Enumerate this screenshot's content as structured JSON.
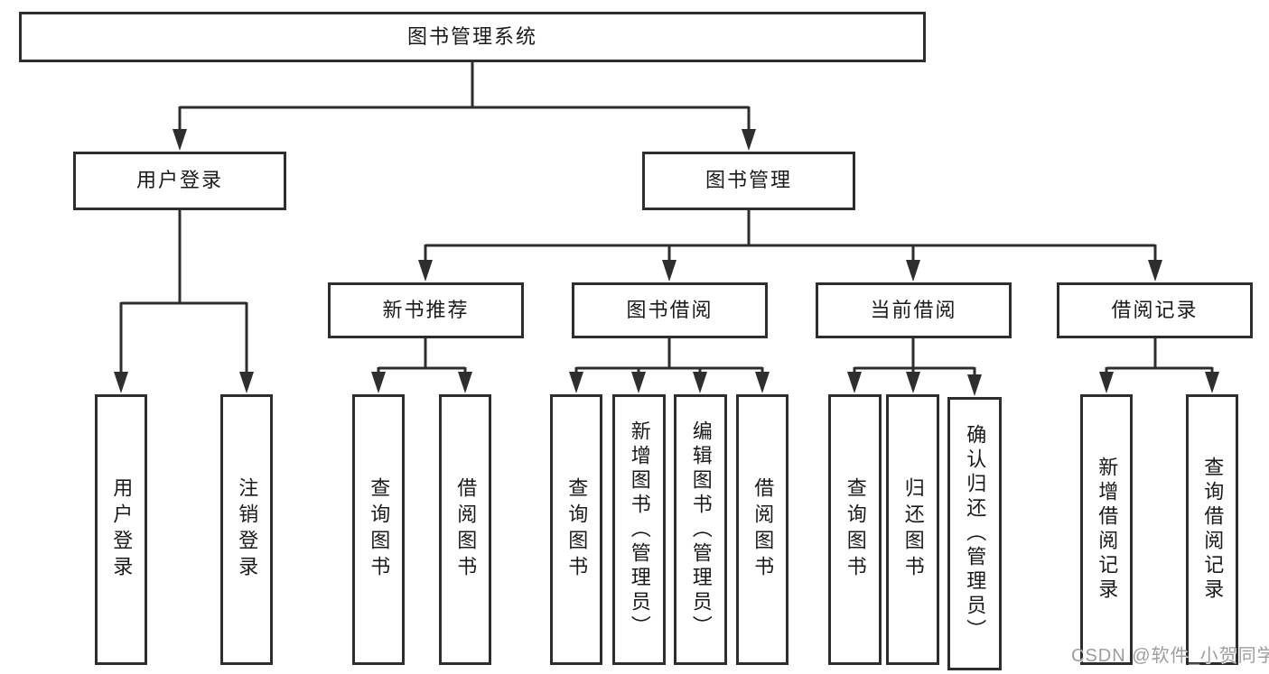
{
  "nodes": {
    "root": {
      "label": "图书管理系统"
    },
    "user_login": {
      "label": "用户登录"
    },
    "book_mgmt": {
      "label": "图书管理"
    },
    "new_book_rec": {
      "label": "新书推荐"
    },
    "book_borrow": {
      "label": "图书借阅"
    },
    "current_borrow": {
      "label": "当前借阅"
    },
    "borrow_records": {
      "label": "借阅记录"
    },
    "leaf_user_login": {
      "label": "用户登录"
    },
    "leaf_logout": {
      "label": "注销登录"
    },
    "leaf_nbr_query": {
      "label": "查询图书"
    },
    "leaf_nbr_borrow": {
      "label": "借阅图书"
    },
    "leaf_bb_query": {
      "label": "查询图书"
    },
    "leaf_bb_add": {
      "label": "新增图书（管理员）"
    },
    "leaf_bb_edit": {
      "label": "编辑图书（管理员）"
    },
    "leaf_bb_borrow": {
      "label": "借阅图书"
    },
    "leaf_cb_query": {
      "label": "查询图书"
    },
    "leaf_cb_return": {
      "label": "归还图书"
    },
    "leaf_cb_confirm": {
      "label": "确认归还（管理员）"
    },
    "leaf_br_add": {
      "label": "新增借阅记录"
    },
    "leaf_br_query": {
      "label": "查询借阅记录"
    }
  },
  "hierarchy": {
    "图书管理系统": [
      "用户登录",
      "图书管理"
    ],
    "用户登录": [
      "用户登录",
      "注销登录"
    ],
    "图书管理": [
      "新书推荐",
      "图书借阅",
      "当前借阅",
      "借阅记录"
    ],
    "新书推荐": [
      "查询图书",
      "借阅图书"
    ],
    "图书借阅": [
      "查询图书",
      "新增图书（管理员）",
      "编辑图书（管理员）",
      "借阅图书"
    ],
    "当前借阅": [
      "查询图书",
      "归还图书",
      "确认归还（管理员）"
    ],
    "借阅记录": [
      "新增借阅记录",
      "查询借阅记录"
    ]
  },
  "watermark": {
    "text": "CSDN @软件_小贺同学"
  },
  "colors": {
    "line": "#2e2e2e",
    "border": "#2e2e2e",
    "text": "#1a1a1a",
    "watermark": "#9d9d9d",
    "background": "#ffffff"
  }
}
